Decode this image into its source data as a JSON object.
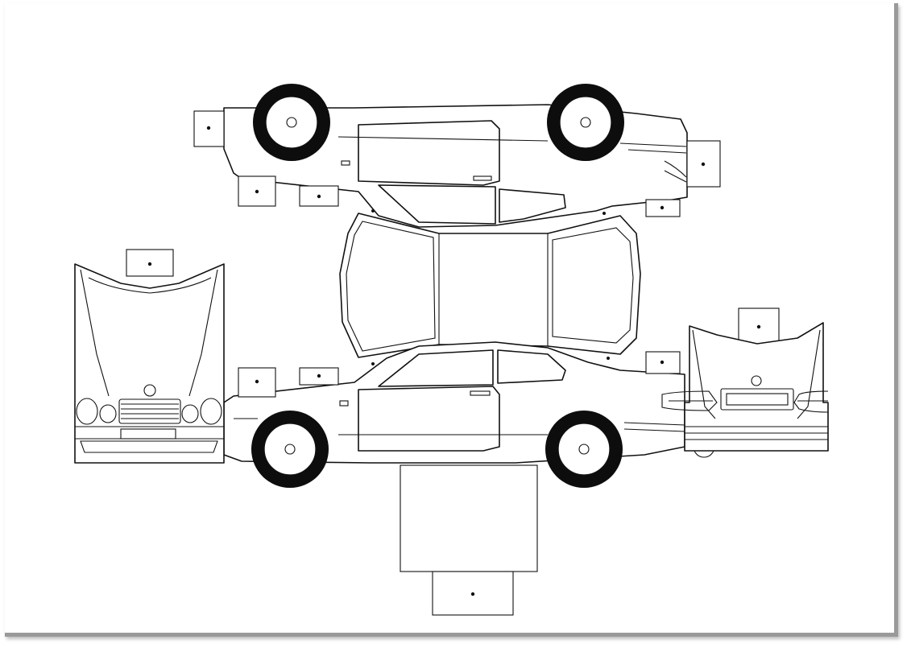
{
  "drawing": {
    "type": "papercraft-car-template",
    "panels": [
      "top-side-view",
      "roof",
      "bottom-side-view",
      "front-bonnet",
      "rear-trunk",
      "underside-flap"
    ]
  }
}
